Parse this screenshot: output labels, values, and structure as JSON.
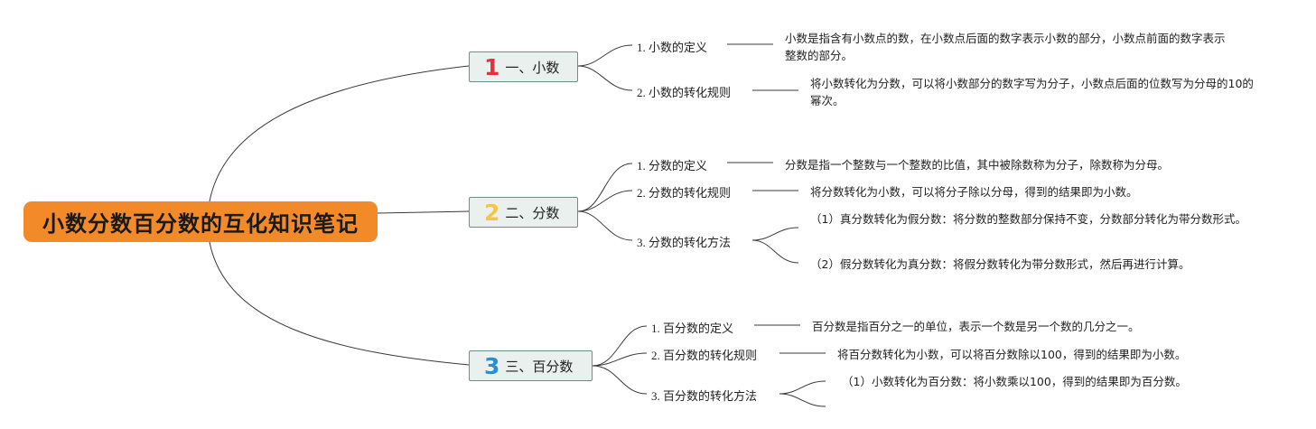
{
  "root": {
    "title": "小数分数百分数的互化知识笔记"
  },
  "colors": {
    "root": "#f28a2a",
    "num1": "#e4323d",
    "num2": "#f2c744",
    "num3": "#2a8fd0",
    "branch_fill": "#eaf0ee",
    "branch_border": "#6e8f84"
  },
  "branches": [
    {
      "number": "1",
      "label": "一、小数",
      "subs": [
        {
          "label": "1. 小数的定义",
          "leaves": [
            "小数是指含有小数点的数，在小数点后面的数字表示小数的部分，小数点前面的数字表示整数的部分。"
          ]
        },
        {
          "label": "2. 小数的转化规则",
          "leaves": [
            "将小数转化为分数，可以将小数部分的数字写为分子，小数点后面的位数写为分母的10的幂次。"
          ]
        }
      ]
    },
    {
      "number": "2",
      "label": "二、分数",
      "subs": [
        {
          "label": "1. 分数的定义",
          "leaves": [
            "分数是指一个整数与一个整数的比值，其中被除数称为分子，除数称为分母。"
          ]
        },
        {
          "label": "2. 分数的转化规则",
          "leaves": [
            "将分数转化为小数，可以将分子除以分母，得到的结果即为小数。"
          ]
        },
        {
          "label": "3. 分数的转化方法",
          "leaves": [
            "（1）真分数转化为假分数：将分数的整数部分保持不变，分数部分转化为带分数形式。",
            "（2）假分数转化为真分数：将假分数转化为带分数形式，然后再进行计算。"
          ]
        }
      ]
    },
    {
      "number": "3",
      "label": "三、百分数",
      "subs": [
        {
          "label": "1. 百分数的定义",
          "leaves": [
            "百分数是指百分之一的单位，表示一个数是另一个数的几分之一。"
          ]
        },
        {
          "label": "2. 百分数的转化规则",
          "leaves": [
            "将百分数转化为小数，可以将百分数除以100，得到的结果即为小数。"
          ]
        },
        {
          "label": "3. 百分数的转化方法",
          "leaves": [
            "（1）小数转化为百分数：将小数乘以100，得到的结果即为百分数。",
            ""
          ]
        }
      ]
    }
  ]
}
